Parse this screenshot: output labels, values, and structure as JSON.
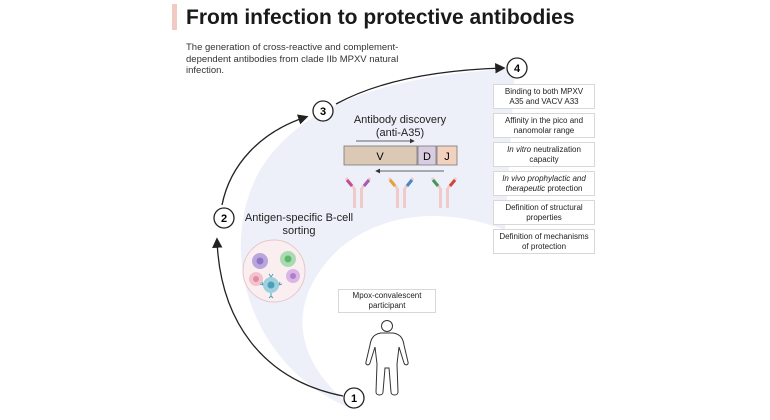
{
  "header": {
    "title": "From infection to protective antibodies",
    "subtitle": "The generation of cross-reactive and complement-dependent antibodies from clade IIb MPXV natural infection."
  },
  "steps": [
    {
      "number": "1",
      "label": "Mpox-convalescent participant"
    },
    {
      "number": "2",
      "label": "Antigen-specific B-cell sorting"
    },
    {
      "number": "3",
      "label": "Antibody discovery (anti-A35)"
    },
    {
      "number": "4",
      "label": ""
    }
  ],
  "gene_segments": [
    "V",
    "D",
    "J"
  ],
  "results": [
    {
      "pre": "",
      "em": "",
      "post": "Binding to both MPXV A35 and VACV A33"
    },
    {
      "pre": "",
      "em": "",
      "post": "Affinity in the pico and nanomolar range"
    },
    {
      "pre": "",
      "em": "In vitro",
      "post": " neutralization capacity"
    },
    {
      "pre": "",
      "em": "In vivo prophylactic and therapeutic",
      "post": " protection"
    },
    {
      "pre": "",
      "em": "",
      "post": "Definition of structural properties"
    },
    {
      "pre": "",
      "em": "",
      "post": "Definition of mechanisms of protection"
    }
  ],
  "colors": {
    "title_accent": "#f3c9c4",
    "pathway_fill": "#eef0f9",
    "v_segment": "#dbc9b6",
    "d_segment": "#d9cbe0",
    "j_segment": "#f2d2bf",
    "circle_border": "#222222"
  },
  "icons": {
    "participant": "human-silhouette-icon",
    "cells": "b-cell-cluster-icon",
    "antibody": "y-antibody-icon"
  }
}
